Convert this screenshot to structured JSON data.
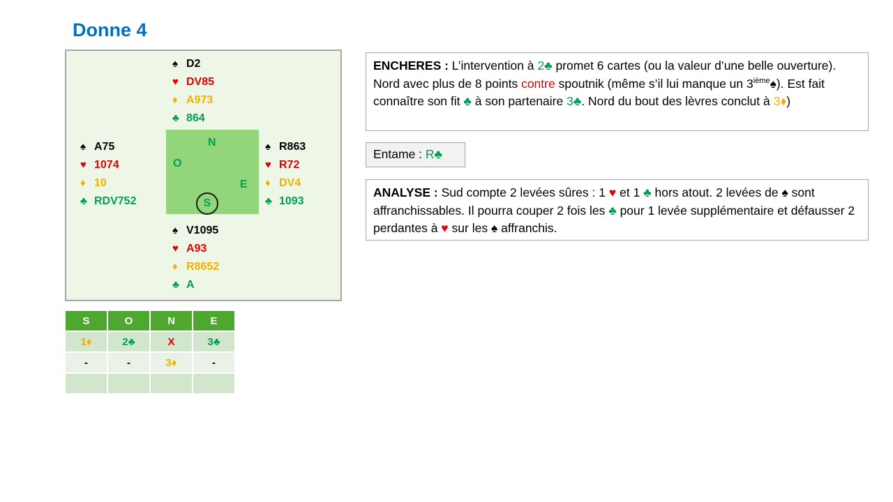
{
  "title": "Donne 4",
  "suits": {
    "spade": "♠",
    "heart": "♥",
    "diamond": "♦",
    "club": "♣"
  },
  "colors": {
    "spade": "#000000",
    "heart": "#e00000",
    "diamond": "#f2b000",
    "club": "#00a050",
    "title": "#0070c0"
  },
  "hands": {
    "north": {
      "spade": "D2",
      "heart": "DV85",
      "diamond": "A973",
      "club": "864"
    },
    "west": {
      "spade": "A75",
      "heart": "1074",
      "diamond": "10",
      "club": "RDV752"
    },
    "east": {
      "spade": "R863",
      "heart": "R72",
      "diamond": "DV4",
      "club": "1093"
    },
    "south": {
      "spade": "V1095",
      "heart": "A93",
      "diamond": "R8652",
      "club": "A"
    }
  },
  "compass": {
    "n": "N",
    "o": "O",
    "e": "E",
    "s": "S"
  },
  "bidding": {
    "headers": [
      "S",
      "O",
      "N",
      "E"
    ],
    "rows": [
      [
        {
          "text": "1♦",
          "color": "#f2b000"
        },
        {
          "text": "2♣",
          "color": "#00a050"
        },
        {
          "text": "X",
          "color": "#e00000"
        },
        {
          "text": "3♣",
          "color": "#00a050"
        }
      ],
      [
        {
          "text": "-",
          "color": "#000000"
        },
        {
          "text": "-",
          "color": "#000000"
        },
        {
          "text": "3♦",
          "color": "#f2b000"
        },
        {
          "text": "-",
          "color": "#000000"
        }
      ],
      [
        {
          "text": "",
          "color": "#000000"
        },
        {
          "text": "",
          "color": "#000000"
        },
        {
          "text": "",
          "color": "#000000"
        },
        {
          "text": "",
          "color": "#000000"
        }
      ]
    ]
  },
  "encheres": {
    "label": "ENCHERES :",
    "t1": " L’intervention à ",
    "t1b": "2",
    "t2": " promet 6 cartes (ou la valeur d’une belle ouverture). Nord avec plus de 8 points ",
    "contre": "contre",
    "t3": " spoutnik (même s’il lui manque un 3",
    "sup": "ième",
    "t4": "). Est fait connaître son fit ",
    "t5": " à son partenaire ",
    "t5b": "3",
    "t6": ". Nord du bout des lèvres conclut à ",
    "t6b": "3",
    "t7": ")"
  },
  "entame": {
    "label": "Entame : ",
    "card": "R"
  },
  "analyse": {
    "label": "ANALYSE :",
    "t1": " Sud compte 2 levées sûres : 1 ",
    "t2": " et 1 ",
    "t3": " hors atout. 2 levées de ",
    "t4": " sont affranchissables. Il pourra couper 2 fois les ",
    "t5": " pour 1 levée supplémentaire et défausser 2 perdantes à ",
    "t6": " sur les ",
    "t7": " affranchis."
  }
}
